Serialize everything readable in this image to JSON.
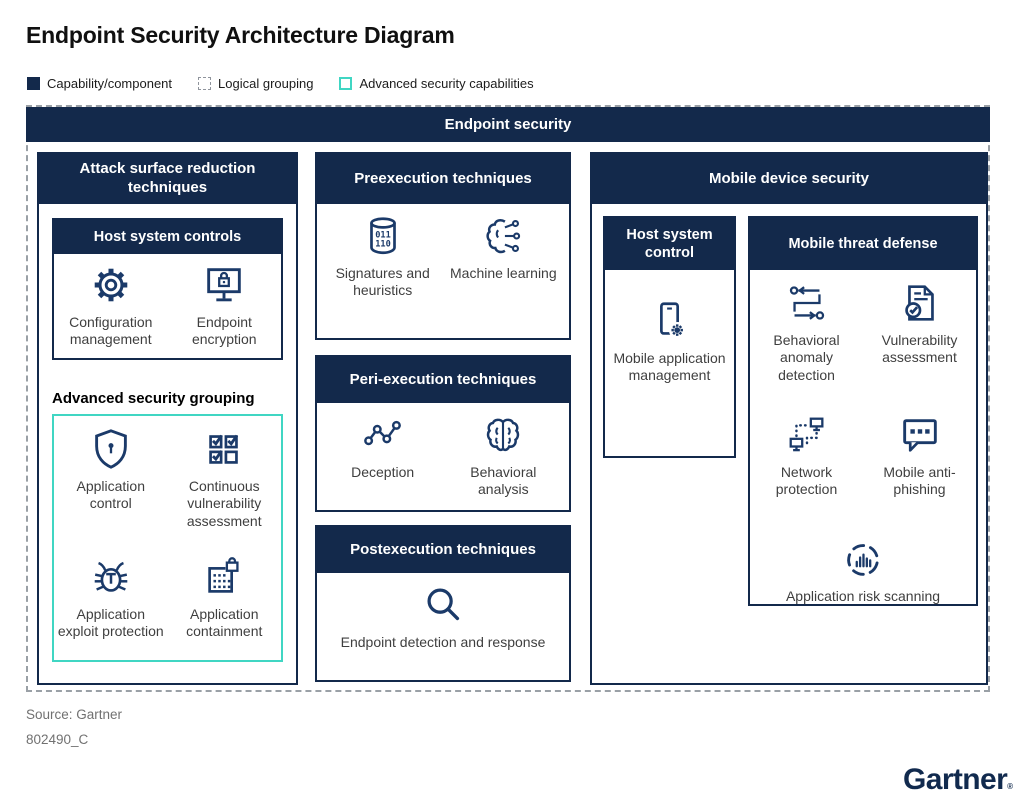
{
  "title": "Endpoint Security Architecture Diagram",
  "legend": {
    "capability": {
      "label": "Capability/component",
      "swatch": "navy-filled-square"
    },
    "logical": {
      "label": "Logical grouping",
      "swatch": "gray-dashed-square"
    },
    "advanced": {
      "label": "Advanced security capabilities",
      "swatch": "teal-outline-square"
    }
  },
  "banner": "Endpoint security",
  "attack_surface": {
    "title": "Attack surface reduction techniques",
    "host_controls": {
      "title": "Host system controls",
      "items": [
        {
          "label": "Configuration management",
          "icon": "gear-icon"
        },
        {
          "label": "Endpoint encryption",
          "icon": "monitor-lock-icon"
        }
      ]
    },
    "advanced_grouping": {
      "title": "Advanced security grouping",
      "items": [
        {
          "label": "Application control",
          "icon": "shield-keyhole-icon"
        },
        {
          "label": "Continuous vulnerability assessment",
          "icon": "checkboxes-icon"
        },
        {
          "label": "Application exploit protection",
          "icon": "bug-icon"
        },
        {
          "label": "Application containment",
          "icon": "building-lock-icon"
        }
      ]
    }
  },
  "execution": [
    {
      "title": "Preexecution techniques",
      "items": [
        {
          "label": "Signatures and heuristics",
          "icon": "database-binary-icon"
        },
        {
          "label": "Machine learning",
          "icon": "brain-circuit-icon"
        }
      ]
    },
    {
      "title": "Peri-execution techniques",
      "items": [
        {
          "label": "Deception",
          "icon": "connected-dots-icon"
        },
        {
          "label": "Behavioral analysis",
          "icon": "brain-icon"
        }
      ]
    },
    {
      "title": "Postexecution techniques",
      "items": [
        {
          "label": "Endpoint detection and response",
          "icon": "magnifier-icon"
        }
      ]
    }
  ],
  "mobile": {
    "title": "Mobile device security",
    "host_control": {
      "title": "Host system control",
      "items": [
        {
          "label": "Mobile application management",
          "icon": "phone-gear-icon"
        }
      ]
    },
    "threat_defense": {
      "title": "Mobile threat defense",
      "items": [
        {
          "label": "Behavioral anomaly detection",
          "icon": "flow-arrows-icon"
        },
        {
          "label": "Vulnerability assessment",
          "icon": "document-check-icon"
        },
        {
          "label": "Network protection",
          "icon": "network-monitors-icon"
        },
        {
          "label": "Mobile anti-phishing",
          "icon": "chat-dots-icon"
        },
        {
          "label": "Application risk scanning",
          "icon": "risk-scan-icon"
        }
      ]
    }
  },
  "footer": {
    "source": "Source: Gartner",
    "doc_id": "802490_C",
    "logo": "Gartner",
    "logo_mark": "®"
  },
  "colors": {
    "navy": "#13294b",
    "icon_navy": "#1b3a69",
    "teal": "#40d6c3",
    "label_gray": "#3f3f3f"
  }
}
